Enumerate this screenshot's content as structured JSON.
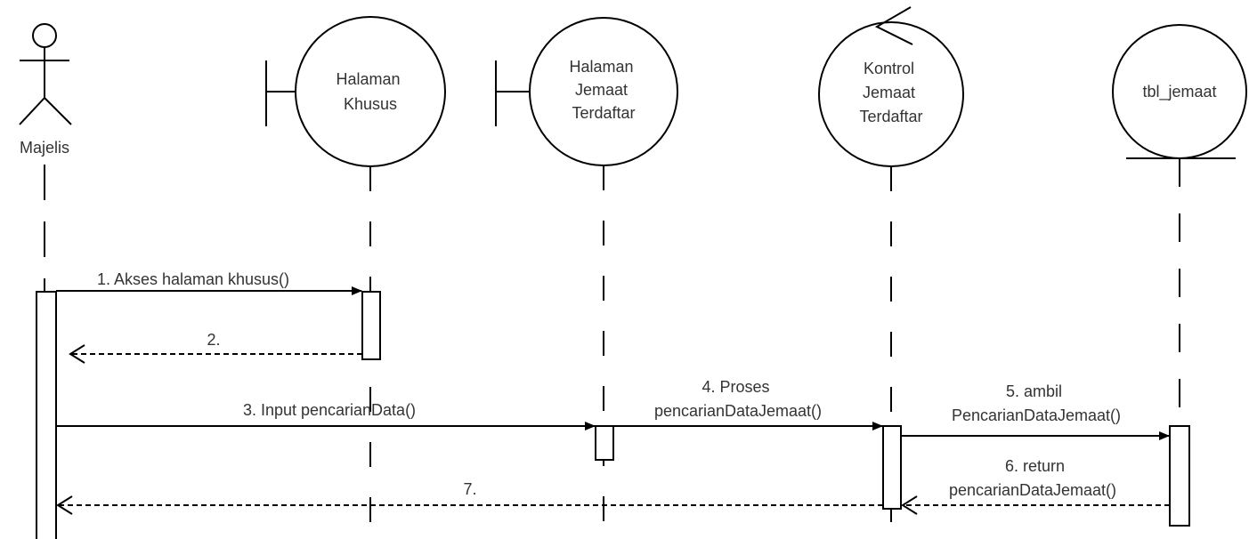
{
  "actor": {
    "label": "Majelis"
  },
  "participants": [
    {
      "id": "halaman-khusus",
      "type": "boundary",
      "lines": [
        "Halaman",
        "Khusus"
      ]
    },
    {
      "id": "halaman-jemaat-terdaftar",
      "type": "boundary",
      "lines": [
        "Halaman",
        "Jemaat",
        "Terdaftar"
      ]
    },
    {
      "id": "kontrol-jemaat-terdaftar",
      "type": "control",
      "lines": [
        "Kontrol",
        "Jemaat",
        "Terdaftar"
      ]
    },
    {
      "id": "tbl-jemaat",
      "type": "entity",
      "lines": [
        "tbl_jemaat"
      ]
    }
  ],
  "messages": [
    {
      "id": "m1",
      "lines": [
        "1. Akses halaman khusus()"
      ],
      "kind": "call"
    },
    {
      "id": "m2",
      "lines": [
        "2."
      ],
      "kind": "return"
    },
    {
      "id": "m3",
      "lines": [
        "3. Input pencarianData()"
      ],
      "kind": "call"
    },
    {
      "id": "m4",
      "lines": [
        "4. Proses",
        "pencarianDataJemaat()"
      ],
      "kind": "call"
    },
    {
      "id": "m5",
      "lines": [
        "5. ambil",
        "PencarianDataJemaat()"
      ],
      "kind": "call"
    },
    {
      "id": "m6",
      "lines": [
        "6. return",
        "pencarianDataJemaat()"
      ],
      "kind": "return"
    },
    {
      "id": "m7",
      "lines": [
        "7."
      ],
      "kind": "return"
    }
  ],
  "colors": {
    "stroke": "#000000",
    "text": "#333333",
    "background": "#ffffff"
  }
}
